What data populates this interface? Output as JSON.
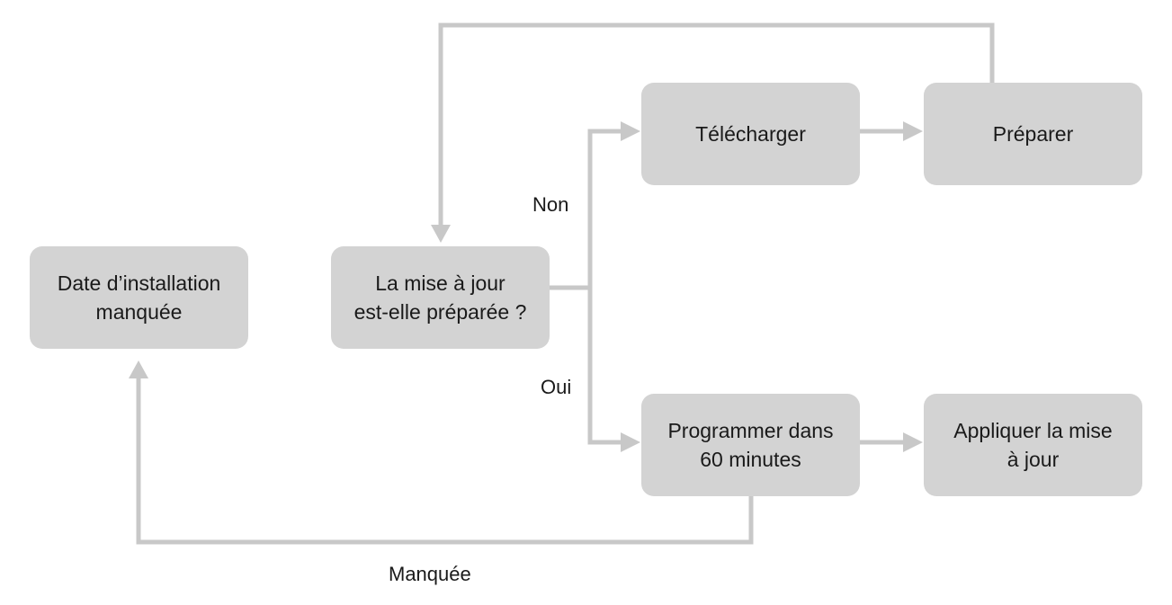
{
  "colors": {
    "node_fill": "#d3d3d3",
    "connector": "#c8c8c8",
    "text": "#1a1a1a",
    "background": "#ffffff"
  },
  "nodes": {
    "missed_install_date": "Date d’installation\nmanquée",
    "update_prepared_question": "La mise à jour\nest-elle préparée ?",
    "download": "Télécharger",
    "prepare": "Préparer",
    "schedule_60_minutes": "Programmer dans\n60 minutes",
    "apply_update": "Appliquer la mise\nà jour"
  },
  "edge_labels": {
    "no": "Non",
    "yes": "Oui",
    "missed": "Manquée"
  }
}
